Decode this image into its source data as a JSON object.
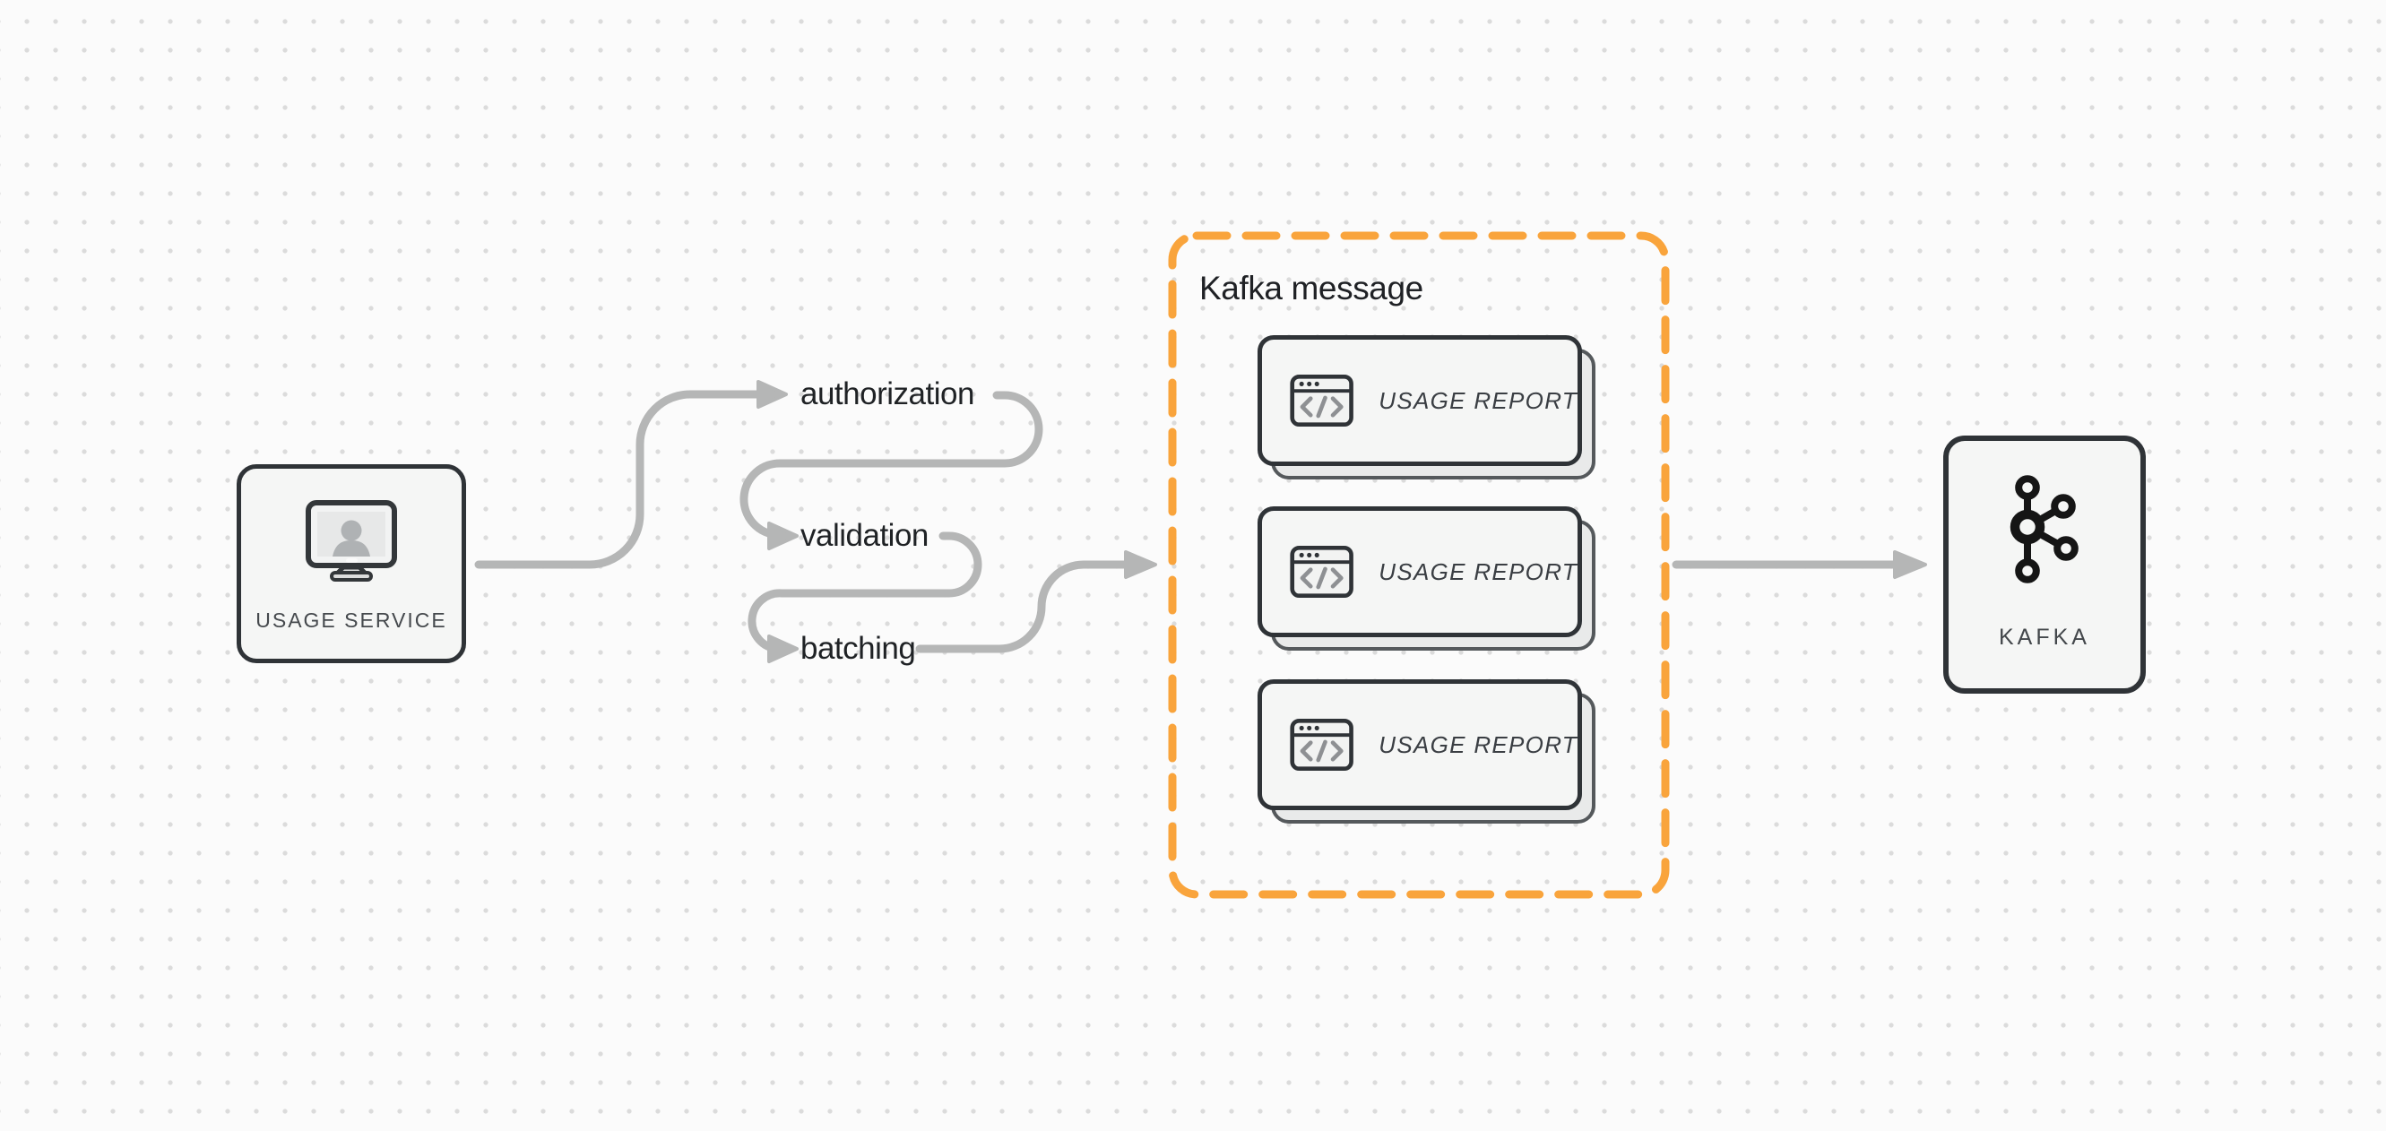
{
  "nodes": {
    "usage_service": {
      "label": "USAGE SERVICE",
      "icon": "user-monitor-icon"
    },
    "kafka": {
      "label": "KAFKA",
      "icon": "kafka-logo-icon"
    }
  },
  "pipeline_steps": [
    {
      "label": "authorization"
    },
    {
      "label": "validation"
    },
    {
      "label": "batching"
    }
  ],
  "kafka_message": {
    "title": "Kafka message",
    "cards": [
      {
        "label": "USAGE REPORT",
        "icon": "code-window-icon"
      },
      {
        "label": "USAGE REPORT",
        "icon": "code-window-icon"
      },
      {
        "label": "USAGE REPORT",
        "icon": "code-window-icon"
      }
    ]
  },
  "connections": [
    {
      "from": "usage-service",
      "to": "authorization"
    },
    {
      "from": "authorization",
      "to": "validation"
    },
    {
      "from": "validation",
      "to": "batching"
    },
    {
      "from": "batching",
      "to": "kafka-message"
    },
    {
      "from": "kafka-message",
      "to": "kafka"
    }
  ],
  "colors": {
    "background": "#FBFBFB",
    "grid_dot": "#DBDBDB",
    "connector_gray": "#B5B6B6",
    "outline_dark": "#2F3337",
    "node_fill": "#F5F6F5",
    "card_shadow_fill": "#E9EAEA",
    "group_border_orange": "#F9A43C",
    "label_text": "#1F2225",
    "muted_text": "#45494D"
  }
}
